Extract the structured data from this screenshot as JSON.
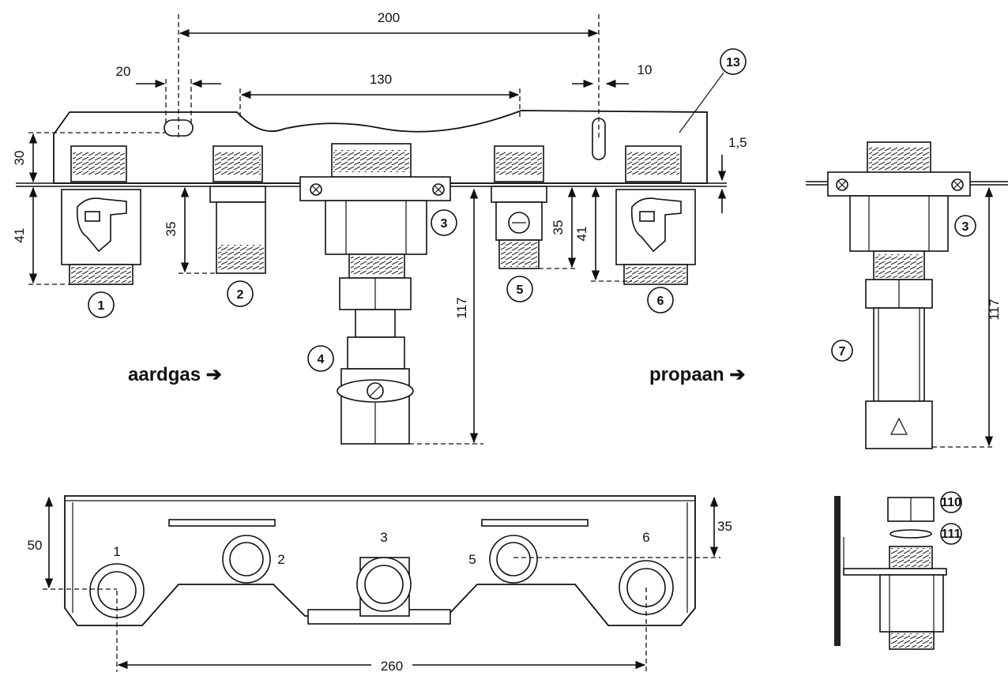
{
  "dimensions": {
    "d200": "200",
    "d130": "130",
    "d20": "20",
    "d10": "10",
    "d1_5": "1,5",
    "d30": "30",
    "d41_left": "41",
    "d35_left": "35",
    "d35_right": "35",
    "d41_right": "41",
    "d117_main": "117",
    "d117_side": "117",
    "d50": "50",
    "d35_bottom": "35",
    "d260": "260"
  },
  "labels": {
    "natural_gas": "aardgas ➔",
    "propane": "propaan ➔"
  },
  "callouts": {
    "c1": "1",
    "c2": "2",
    "c3": "3",
    "c4": "4",
    "c5": "5",
    "c6": "6",
    "c13": "13",
    "c3_side": "3",
    "c7": "7",
    "b1": "1",
    "b2": "2",
    "b3": "3",
    "b5": "5",
    "b6": "6",
    "c110": "110",
    "c111": "111"
  }
}
